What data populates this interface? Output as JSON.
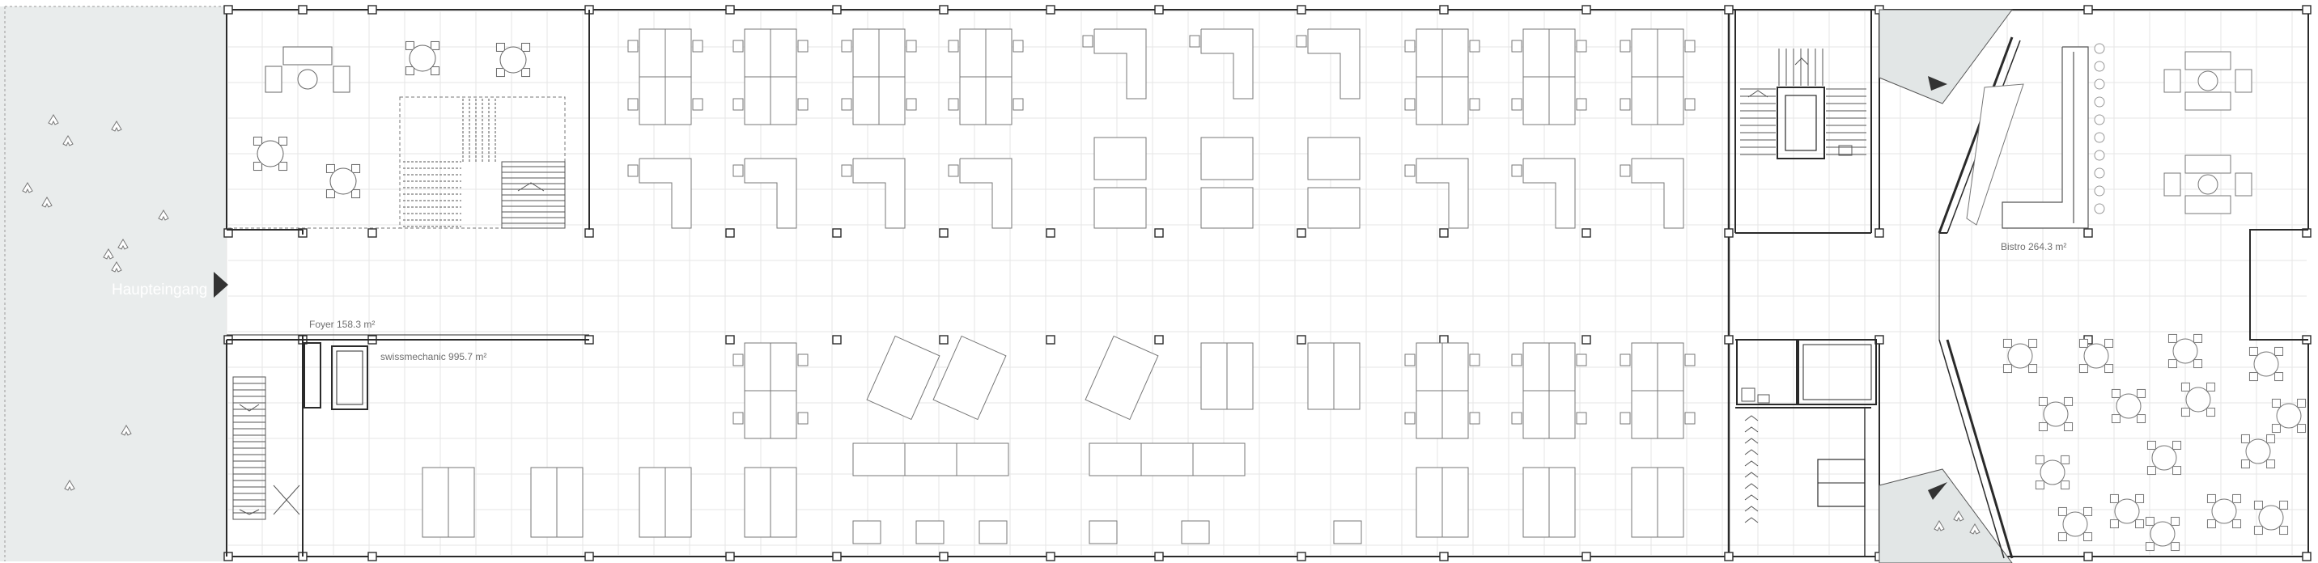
{
  "labels": {
    "entrance": "Haupteingang",
    "foyer": "Foyer 158.3 m²",
    "office": "swissmechanic 995.7 m²",
    "bistro": "Bistro 264.3 m²"
  },
  "colors": {
    "line": "#2a2a2a",
    "thin": "#8a8a8a",
    "grid": "#dcdcdc",
    "exterior": "#e9ecec",
    "shade": "#e2e6e6",
    "marker": "#333333"
  },
  "icons": [
    "entrance-arrow-icon",
    "compass-arrow-icon",
    "person-figure-icon"
  ]
}
